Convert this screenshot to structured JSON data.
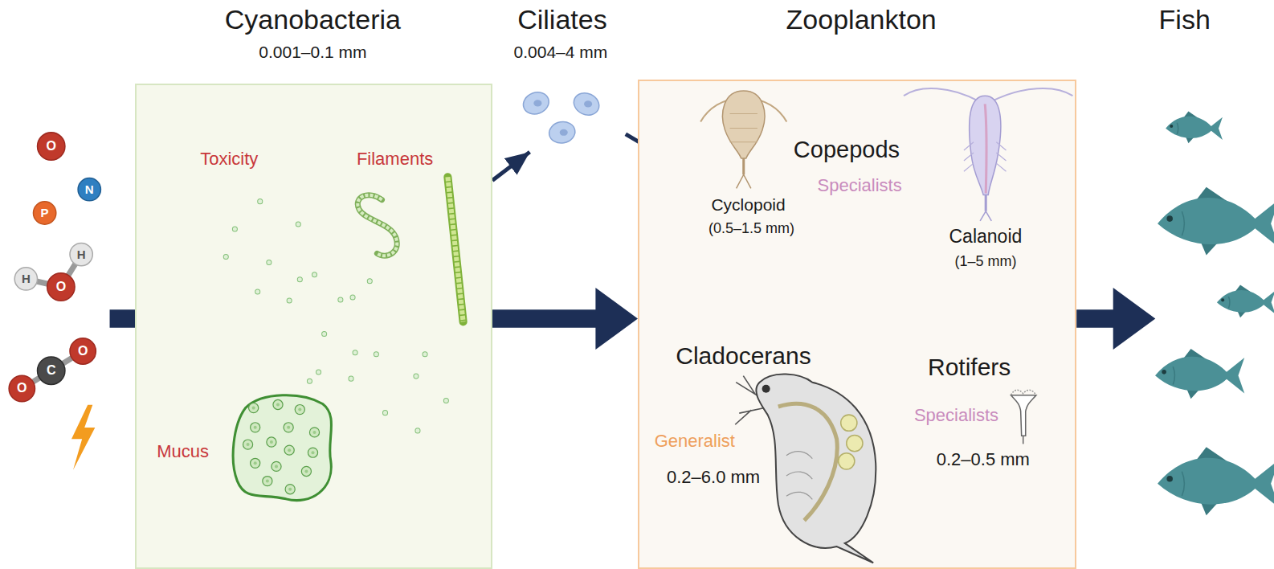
{
  "diagram": {
    "nodes": [
      {
        "text": [
          "Cyanobacteria",
          "0.001–0.1 mm"
        ]
      },
      {
        "text": [
          "Ciliates",
          "0.004–4 mm"
        ]
      },
      {
        "text": [
          "Zooplankton"
        ]
      },
      {
        "text": [
          "Copepods",
          "Specialists"
        ],
        "in": 2
      },
      {
        "text": [
          "Cyclopoid",
          "(0.5–1.5 mm)"
        ],
        "in": 2
      },
      {
        "text": [
          "Calanoid",
          "(1–5 mm)"
        ],
        "in": 2
      },
      {
        "text": [
          "Cladocerans",
          "Generalist",
          "0.2–6.0 mm"
        ],
        "in": 2
      },
      {
        "text": [
          "Rotifers",
          "Specialists",
          "0.2–0.5 mm"
        ],
        "in": 2
      },
      {
        "text": [
          "Fish"
        ]
      }
    ],
    "edges": [
      {
        "from": 0,
        "to": 1,
        "arrow": "to"
      },
      {
        "from": 1,
        "to": 4,
        "arrow": "to"
      },
      {
        "from": 0,
        "to": 2,
        "arrow": "to"
      },
      {
        "from": 2,
        "to": 8,
        "arrow": "to"
      }
    ],
    "labels": [
      "Toxicity",
      "Filaments",
      "Mucus",
      "O",
      "N",
      "P",
      "H",
      "O",
      "H",
      "O",
      "C",
      "O"
    ]
  }
}
